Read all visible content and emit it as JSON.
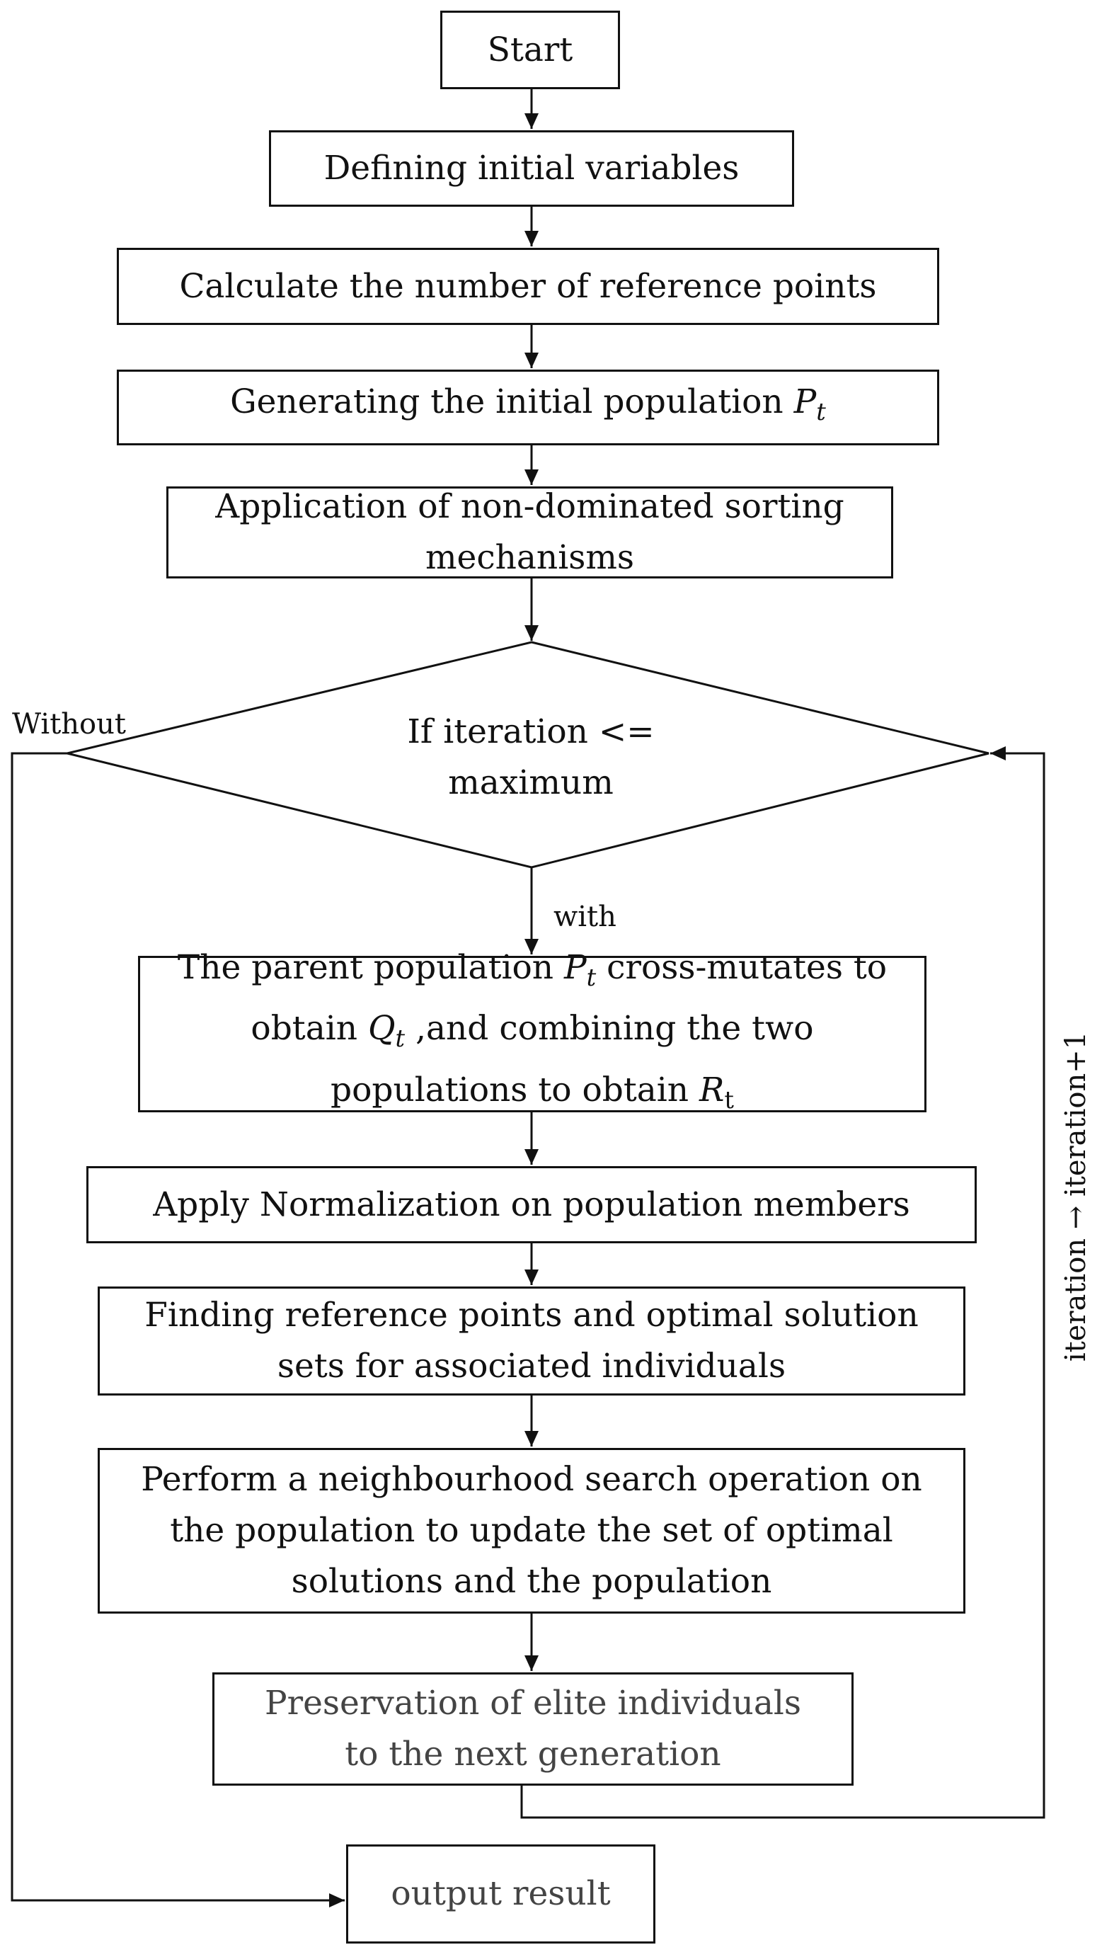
{
  "nodes": {
    "start": "Start",
    "define": "Defining initial variables",
    "calc": "Calculate the number of reference points",
    "generate_text": "Generating the initial population ",
    "generate_sym": "P",
    "generate_sub": "t",
    "sorting": "Application of non-dominated sorting mechanisms",
    "decision": "If iteration <= maximum",
    "cross_1": "The parent population ",
    "cross_sym1": "P",
    "cross_sub1": "t",
    "cross_2": " cross-mutates to obtain ",
    "cross_sym2": "Q",
    "cross_sub2": "t",
    "cross_3": " ,and combining the two populations to obtain ",
    "cross_sym3": "R",
    "cross_sub3": "t",
    "normalize": "Apply Normalization on population members",
    "refpoints": "Finding reference points and optimal solution sets for associated individuals",
    "neighbour": "Perform a neighbourhood search operation on the population to update the set of optimal solutions and the population",
    "elite": "Preservation of elite individuals to the next generation",
    "output": "output result"
  },
  "labels": {
    "without": "Without",
    "with": "with",
    "loop": "iteration → iteration+1"
  }
}
